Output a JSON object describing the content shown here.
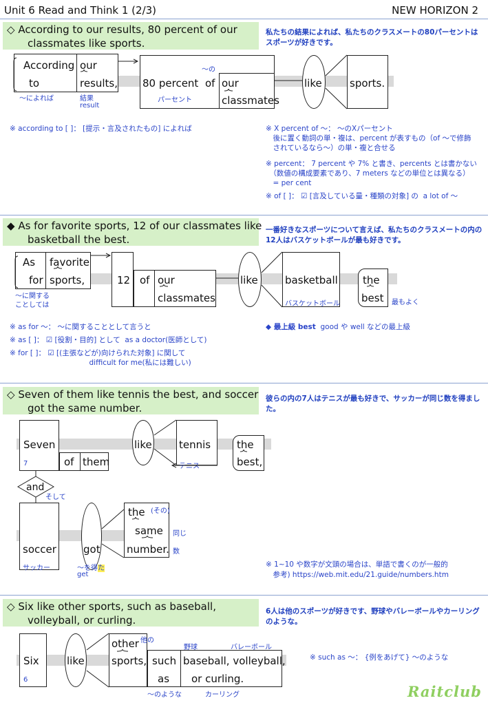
{
  "header": {
    "title": "Unit 6 Read and Think 1 (2/3)",
    "textbook": "NEW HORIZON 2"
  },
  "s1": {
    "marker": "◇",
    "line1": "According to our results, 80 percent of our",
    "line2": "classmates like sports.",
    "jp": "私たちの結果によれば、私たちのクラスメートの80パーセントはスポーツが好きです。",
    "w": {
      "according": "According",
      "to": "to",
      "our": "our",
      "results": "results,",
      "percent": "80 percent",
      "of": "of",
      "our2": "our",
      "classmates": "classmates",
      "like": "like",
      "sports": "sports."
    },
    "g": {
      "niyoreba": "〜によれば",
      "kekka": "結果",
      "result": "result",
      "no": "〜の",
      "percent": "パーセント"
    },
    "note_left": "※ according to [ ]： [提示・言及されたもの] によれば",
    "notes_right": [
      "※ X percent of 〜： 〜のXパーセント",
      "　後に置く動詞の単・複は、percent が表すもの（of 〜で修飾",
      "　されているなら〜）の単・複と合せる",
      "※ percent： 7 percent や 7% と書き、percents とは書かない",
      "　（数値の構成要素であり、7 meters などの単位とは異なる）",
      "　= per cent",
      "※ of [ ]： ☑ [言及している量・種類の対象] の  a lot of 〜"
    ]
  },
  "s2": {
    "marker": "◆",
    "line1": "As for favorite sports, 12 of our classmates like",
    "line2": "basketball the best.",
    "jp": "一番好きなスポーツについて言えば、私たちのクラスメートの内の12人はバスケットボールが最も好きです。",
    "w": {
      "as": "As",
      "for": "for",
      "favorite": "favorite",
      "sports": "sports,",
      "n12": "12",
      "of": "of",
      "our": "our",
      "classmates": "classmates",
      "like": "like",
      "basketball": "basketball",
      "the": "the",
      "best": "best"
    },
    "g": {
      "nikansuru": "〜に関する",
      "kototoshite": "ことしては",
      "basketball": "バスケットボール",
      "mottomo": "最もよく"
    },
    "notes_left": [
      "※ as for 〜： 〜に関することとして言うと",
      "※ as [ ]： ☑ [役割・目的] として  as a doctor(医師として)",
      "※ for [ ]： ☑ [(主張などが)向けられた対象] に関して",
      "　　　　　　　　　　　difficult for me(私には難しい)"
    ],
    "note_right_title": "◆ 最上級 best",
    "note_right_rest": "good や well などの最上級"
  },
  "s3": {
    "marker": "◇",
    "line1": "Seven of them like tennis the best, and soccer",
    "line2": "got the same number.",
    "jp": "彼らの内の7人はテニスが最も好きで、サッカーが同じ数を得ました。",
    "w": {
      "seven": "Seven",
      "of": "of",
      "them": "them",
      "like": "like",
      "tennis": "tennis",
      "the": "the",
      "best": "best,",
      "and": "and",
      "soccer": "soccer",
      "got": "got",
      "the2": "the",
      "same": "same",
      "number": "number."
    },
    "g": {
      "seven": "7",
      "tennis": "テニス",
      "soshite": "そして",
      "soccer": "サッカー",
      "eta_pre": "〜を得",
      "eta_hl": "た",
      "get": "get",
      "sono": "(その)",
      "onaji": "同じ",
      "kazu": "数"
    },
    "notes_right": [
      "※ 1~10 や数字が文頭の場合は、単語で書くのが一般的",
      "　参考) https://web.mit.edu/21.guide/numbers.htm"
    ]
  },
  "s4": {
    "marker": "◇",
    "line1": "Six like other sports, such as baseball,",
    "line2": "volleyball, or curling.",
    "jp": "6人は他のスポーツが好きです、野球やバレーボールやカーリングのような。",
    "w": {
      "six": "Six",
      "like": "like",
      "other": "other",
      "sports": "sports,",
      "such": "such",
      "as": "as",
      "bvc": "baseball, volleyball,",
      "curling": "or curling."
    },
    "g": {
      "six": "6",
      "hoka": "他の",
      "yakyu": "野球",
      "volley": "バレーボール",
      "noyouna": "〜のような",
      "curling": "カーリング"
    },
    "note_right": "※ such as 〜： {例をあげて} 〜のような"
  },
  "logo": "Raitclub"
}
